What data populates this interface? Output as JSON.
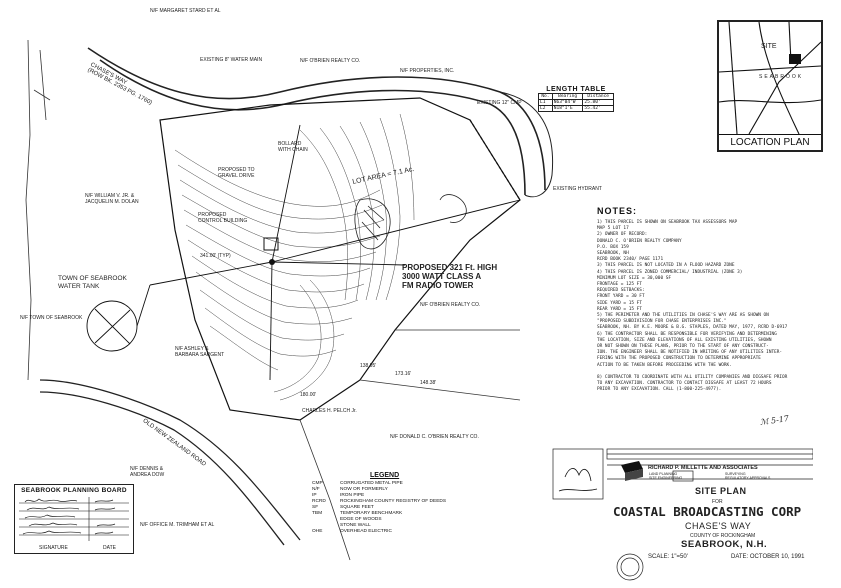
{
  "abutters": {
    "stard": "N/F MARGARET STARD ET AL",
    "obrien_top": "N/F O'BRIEN REALTY CO.",
    "properties": "N/F PROPERTIES, INC.",
    "dolan": "N/F WILLIAM V. JR. &\nJACQUELIN M. DOLAN",
    "town": "N/F TOWN OF SEABROOK",
    "sargent": "N/F ASHLEY &\nBARBARA SARGENT",
    "pelch": "CHARLES H. PELCH Jr.",
    "obrien_mid": "N/F O'BRIEN REALTY CO.",
    "donald": "N/F DONALD C. O'BRIEN REALTY CO.",
    "dennis": "N/F DENNIS &\nANDREA DOW",
    "trimham": "N/F OFFICE M. TRIMHAM ET AL"
  },
  "roads": {
    "chases_way": "CHASE'S WAY\n(ROW BK. 2353 PG. 1760)",
    "old_nz_road": "OLD NEW ZEALAND ROAD"
  },
  "labels": {
    "lot_area": "LOT AREA = 7.1 Ac.",
    "tower": "PROPOSED 321 Ft. HIGH\n3000 WATT CLASS A\nFM RADIO TOWER",
    "water_tank": "TOWN OF SEABROOK\nWATER TANK",
    "control_building": "PROPOSED\nCONTROL BUILDING",
    "gravel_drive": "PROPOSED TO\nGRAVEL DRIVE",
    "bollard": "BOLLARD\nWITH CHAIN",
    "ex_water_main": "EXISTING 8\" WATER MAIN",
    "ex_hydrant": "EXISTING HYDRANT",
    "ex_12_cmp": "EXISTING 12\" CMP"
  },
  "length_table": {
    "title": "LENGTH TABLE",
    "headers": [
      "No.",
      "Bearing",
      "Distance"
    ],
    "rows": [
      [
        "L1",
        "N63°04'W",
        "25.80'"
      ],
      [
        "L2",
        "N18°1'E",
        "55.42'"
      ]
    ]
  },
  "location_plan": {
    "title": "LOCATION PLAN",
    "site": "SITE",
    "town": "SEABROOK"
  },
  "notes": {
    "title": "NOTES:",
    "lines": [
      "1) THIS PARCEL IS SHOWN ON SEABROOK TAX ASSESSORS MAP",
      "   MAP 5 LOT 17",
      "2) OWNER OF RECORD:",
      "   DONALD C. O'BRIEN REALTY COMPANY",
      "   P.O. BOX 159",
      "   SEABROOK, NH",
      "   RCRD BOOK 2340/ PAGE 1171",
      "3) THIS PARCEL IS NOT LOCATED IN A FLOOD HAZARD ZONE",
      "4) THIS PARCEL IS ZONED COMMERCIAL/ INDUSTRIAL (ZONE 3)",
      "   MINIMUM LOT SIZE = 30,000 SF",
      "   FRONTAGE = 125 FT",
      "   REQUIRED SETBACKS:",
      "     FRONT YARD = 30 FT",
      "     SIDE YARD = 15 FT",
      "     REAR YARD = 15 FT",
      "5) THE PERIMETER AND THE UTILITIES IN CHASE'S WAY ARE AS SHOWN ON",
      "   \"PROPOSED SUBDIVISION FOR CHASE ENTERPRISES INC.\"",
      "   SEABROOK, NH. BY K.E. MOORE & B.G. STAPLES, DATED MAY, 1977, RCRD D-6917",
      "6) THE CONTRACTOR SHALL BE RESPONSIBLE FOR VERIFYING AND DETERMINING",
      "   THE LOCATION, SIZE AND ELEVATIONS OF ALL EXISTING UTILITIES, SHOWN",
      "   OR NOT SHOWN ON THESE PLANS, PRIOR TO THE START OF ANY CONSTRUCT-",
      "   ION. THE ENGINEER SHALL BE NOTIFIED IN WRITING OF ANY UTILITIES INTER-",
      "   FERING WITH THE PROPOSED CONSTRUCTION TO DETERMINE APPROPRIATE",
      "   ACTION TO BE TAKEN BEFORE PROCEEDING WITH THE WORK.",
      "",
      "8) CONTRACTOR TO COORDINATE WITH ALL UTILITY COMPANIES AND DIGSAFE PRIOR",
      "   TO ANY EXCAVATION. CONTRACTOR TO CONTACT DIGSAFE AT LEAST 72 HOURS",
      "   PRIOR TO ANY EXCAVATION. CALL (1-800-225-4977)."
    ]
  },
  "legend": {
    "title": "LEGEND",
    "rows": [
      [
        "CMP",
        "CORRUGATED METAL PIPE"
      ],
      [
        "N/F",
        "NOW OR FORMERLY"
      ],
      [
        "IP",
        "IRON PIPE"
      ],
      [
        "RCRD",
        "ROCKINGHAM COUNTY REGISTRY OF DEEDS"
      ],
      [
        "SF",
        "SQUARE FEET"
      ],
      [
        "TBM",
        "TEMPORARY BENCHMARK"
      ],
      [
        "",
        "EDGE OF WOODS"
      ],
      [
        "",
        "STONE WALL"
      ],
      [
        "OHE",
        "OVERHEAD ELECTRIC"
      ]
    ]
  },
  "planning_board": {
    "title": "SEABROOK PLANNING BOARD",
    "signature_label": "SIGNATURE",
    "date_label": "DATE"
  },
  "title_block": {
    "firm": "RICHARD P. MILLETTE AND ASSOCIATES",
    "firm_sub": "LAND PLANNING\nSITE ENGINEERING",
    "firm_sub2": "SURVEYING\nREGULATORY APPROVALS",
    "plan": "SITE PLAN",
    "for": "FOR",
    "client": "COASTAL BROADCASTING CORP",
    "road": "CHASE'S WAY",
    "county": "COUNTY OF ROCKINGHAM",
    "town": "SEABROOK, N.H.",
    "scale": "SCALE: 1\"=50'",
    "date": "DATE: OCTOBER 10, 1991"
  },
  "dims": {
    "d1": "341.00' (TYP)",
    "d2": "138.95'",
    "d3": "173.16'",
    "d4": "148.38'",
    "d5": "180.00'"
  }
}
